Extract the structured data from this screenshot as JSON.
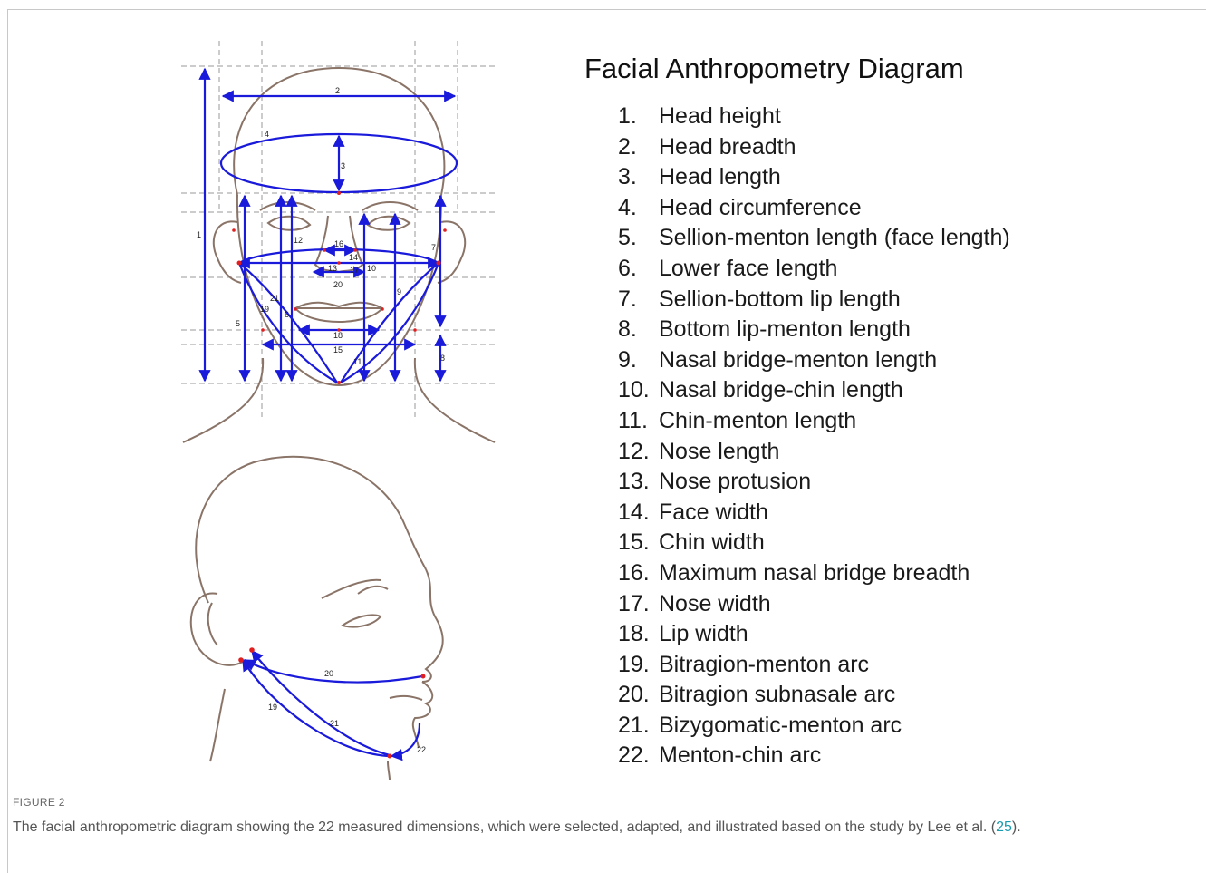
{
  "title": "Facial Anthropometry Diagram",
  "legend": [
    {
      "num": "1.",
      "text": "Head height"
    },
    {
      "num": "2.",
      "text": "Head breadth"
    },
    {
      "num": "3.",
      "text": "Head length"
    },
    {
      "num": "4.",
      "text": "Head circumference"
    },
    {
      "num": "5.",
      "text": "Sellion-menton length (face length)"
    },
    {
      "num": "6.",
      "text": "Lower face length"
    },
    {
      "num": "7.",
      "text": "Sellion-bottom lip length"
    },
    {
      "num": "8.",
      "text": "Bottom lip-menton length"
    },
    {
      "num": "9.",
      "text": "Nasal bridge-menton length"
    },
    {
      "num": "10.",
      "text": "Nasal bridge-chin length"
    },
    {
      "num": "11.",
      "text": "Chin-menton length"
    },
    {
      "num": "12.",
      "text": "Nose length"
    },
    {
      "num": "13.",
      "text": "Nose protusion"
    },
    {
      "num": "14.",
      "text": "Face width"
    },
    {
      "num": "15.",
      "text": "Chin width"
    },
    {
      "num": "16.",
      "text": "Maximum nasal bridge breadth"
    },
    {
      "num": "17.",
      "text": "Nose width"
    },
    {
      "num": "18.",
      "text": "Lip width"
    },
    {
      "num": "19.",
      "text": "Bitragion-menton arc"
    },
    {
      "num": "20.",
      "text": "Bitragion subnasale arc"
    },
    {
      "num": "21.",
      "text": "Bizygomatic-menton arc"
    },
    {
      "num": "22.",
      "text": "Menton-chin arc"
    }
  ],
  "diagram_labels": {
    "front": {
      "m1": "1",
      "m2": "2",
      "m3": "3",
      "m4": "4",
      "m5": "5",
      "m6": "6",
      "m7": "7",
      "m8": "8",
      "m9": "9",
      "m10": "10",
      "m11": "11",
      "m12": "12",
      "m13": "13",
      "m14": "14",
      "m15": "15",
      "m16": "16",
      "m17": "17",
      "m18": "18",
      "m19": "19",
      "m20": "20",
      "m21": "21"
    },
    "side": {
      "m19": "19",
      "m20": "20",
      "m21": "21",
      "m22": "22"
    }
  },
  "figure_label": "FIGURE 2",
  "caption": {
    "text_before": "The facial anthropometric diagram showing the 22 measured dimensions, which were selected, adapted, and illustrated based on the study by Lee et al. (",
    "ref": "25",
    "text_after": ")."
  },
  "colors": {
    "measure_line": "#1a1adb",
    "outline": "#8a7468",
    "guide_line": "#9a9a9a",
    "landmark": "#e02020",
    "caption_ref": "#1a9bb0"
  }
}
